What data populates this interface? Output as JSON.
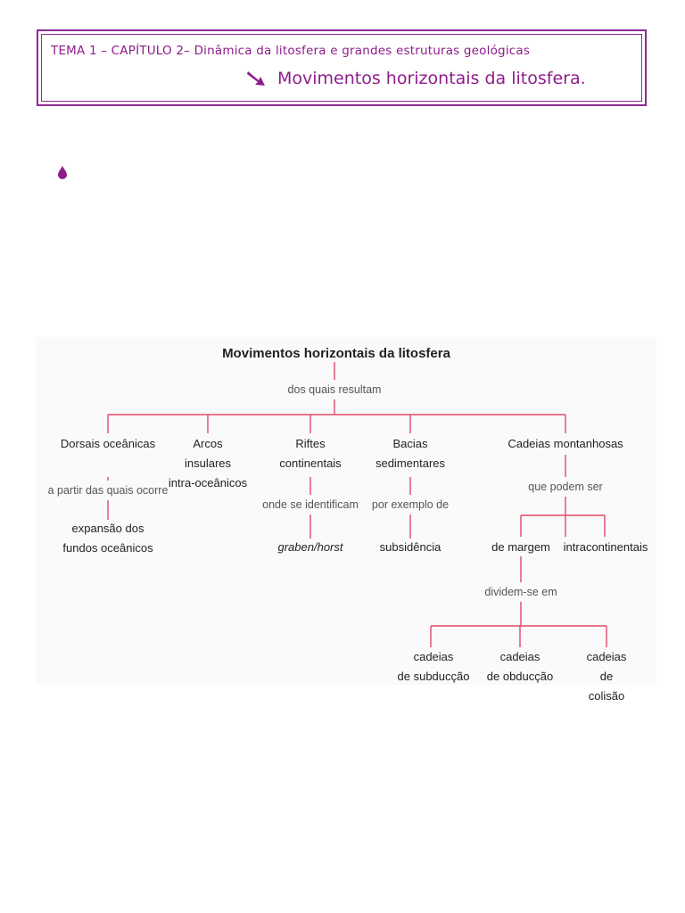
{
  "header": {
    "title": "TEMA 1 – CAPÍTULO 2– Dinâmica da litosfera e grandes estruturas geológicas",
    "subtitle": "Movimentos horizontais da litosfera."
  },
  "icons": {
    "header_arrow": "arrow-down-right-icon",
    "bullet": "droplet-icon"
  },
  "colors": {
    "accent": "#8e1d8a",
    "lines": "#e04a68"
  },
  "diagram": {
    "root": "Movimentos horizontais da litosfera",
    "root_link": "dos quais resultam",
    "branches": {
      "dorsais": {
        "label": "Dorsais oceânicas",
        "link": "a partir das quais ocorre",
        "result": "expansão dos\nfundos oceânicos"
      },
      "arcos": {
        "label": "Arcos\ninsulares\nintra-oceânicos"
      },
      "riftes": {
        "label": "Riftes\ncontinentais",
        "link": "onde se identificam",
        "result": "graben/horst"
      },
      "bacias": {
        "label": "Bacias\nsedimentares",
        "link": "por exemplo de",
        "result": "subsidência"
      },
      "cadeias": {
        "label": "Cadeias montanhosas",
        "link": "que podem ser",
        "margem": "de margem",
        "intra": "intracontinentais",
        "margem_link": "dividem-se em",
        "subducao": "cadeias\nde subducção",
        "obduccao": "cadeias\nde obducção",
        "colisao": "cadeias\nde colisão"
      }
    }
  }
}
